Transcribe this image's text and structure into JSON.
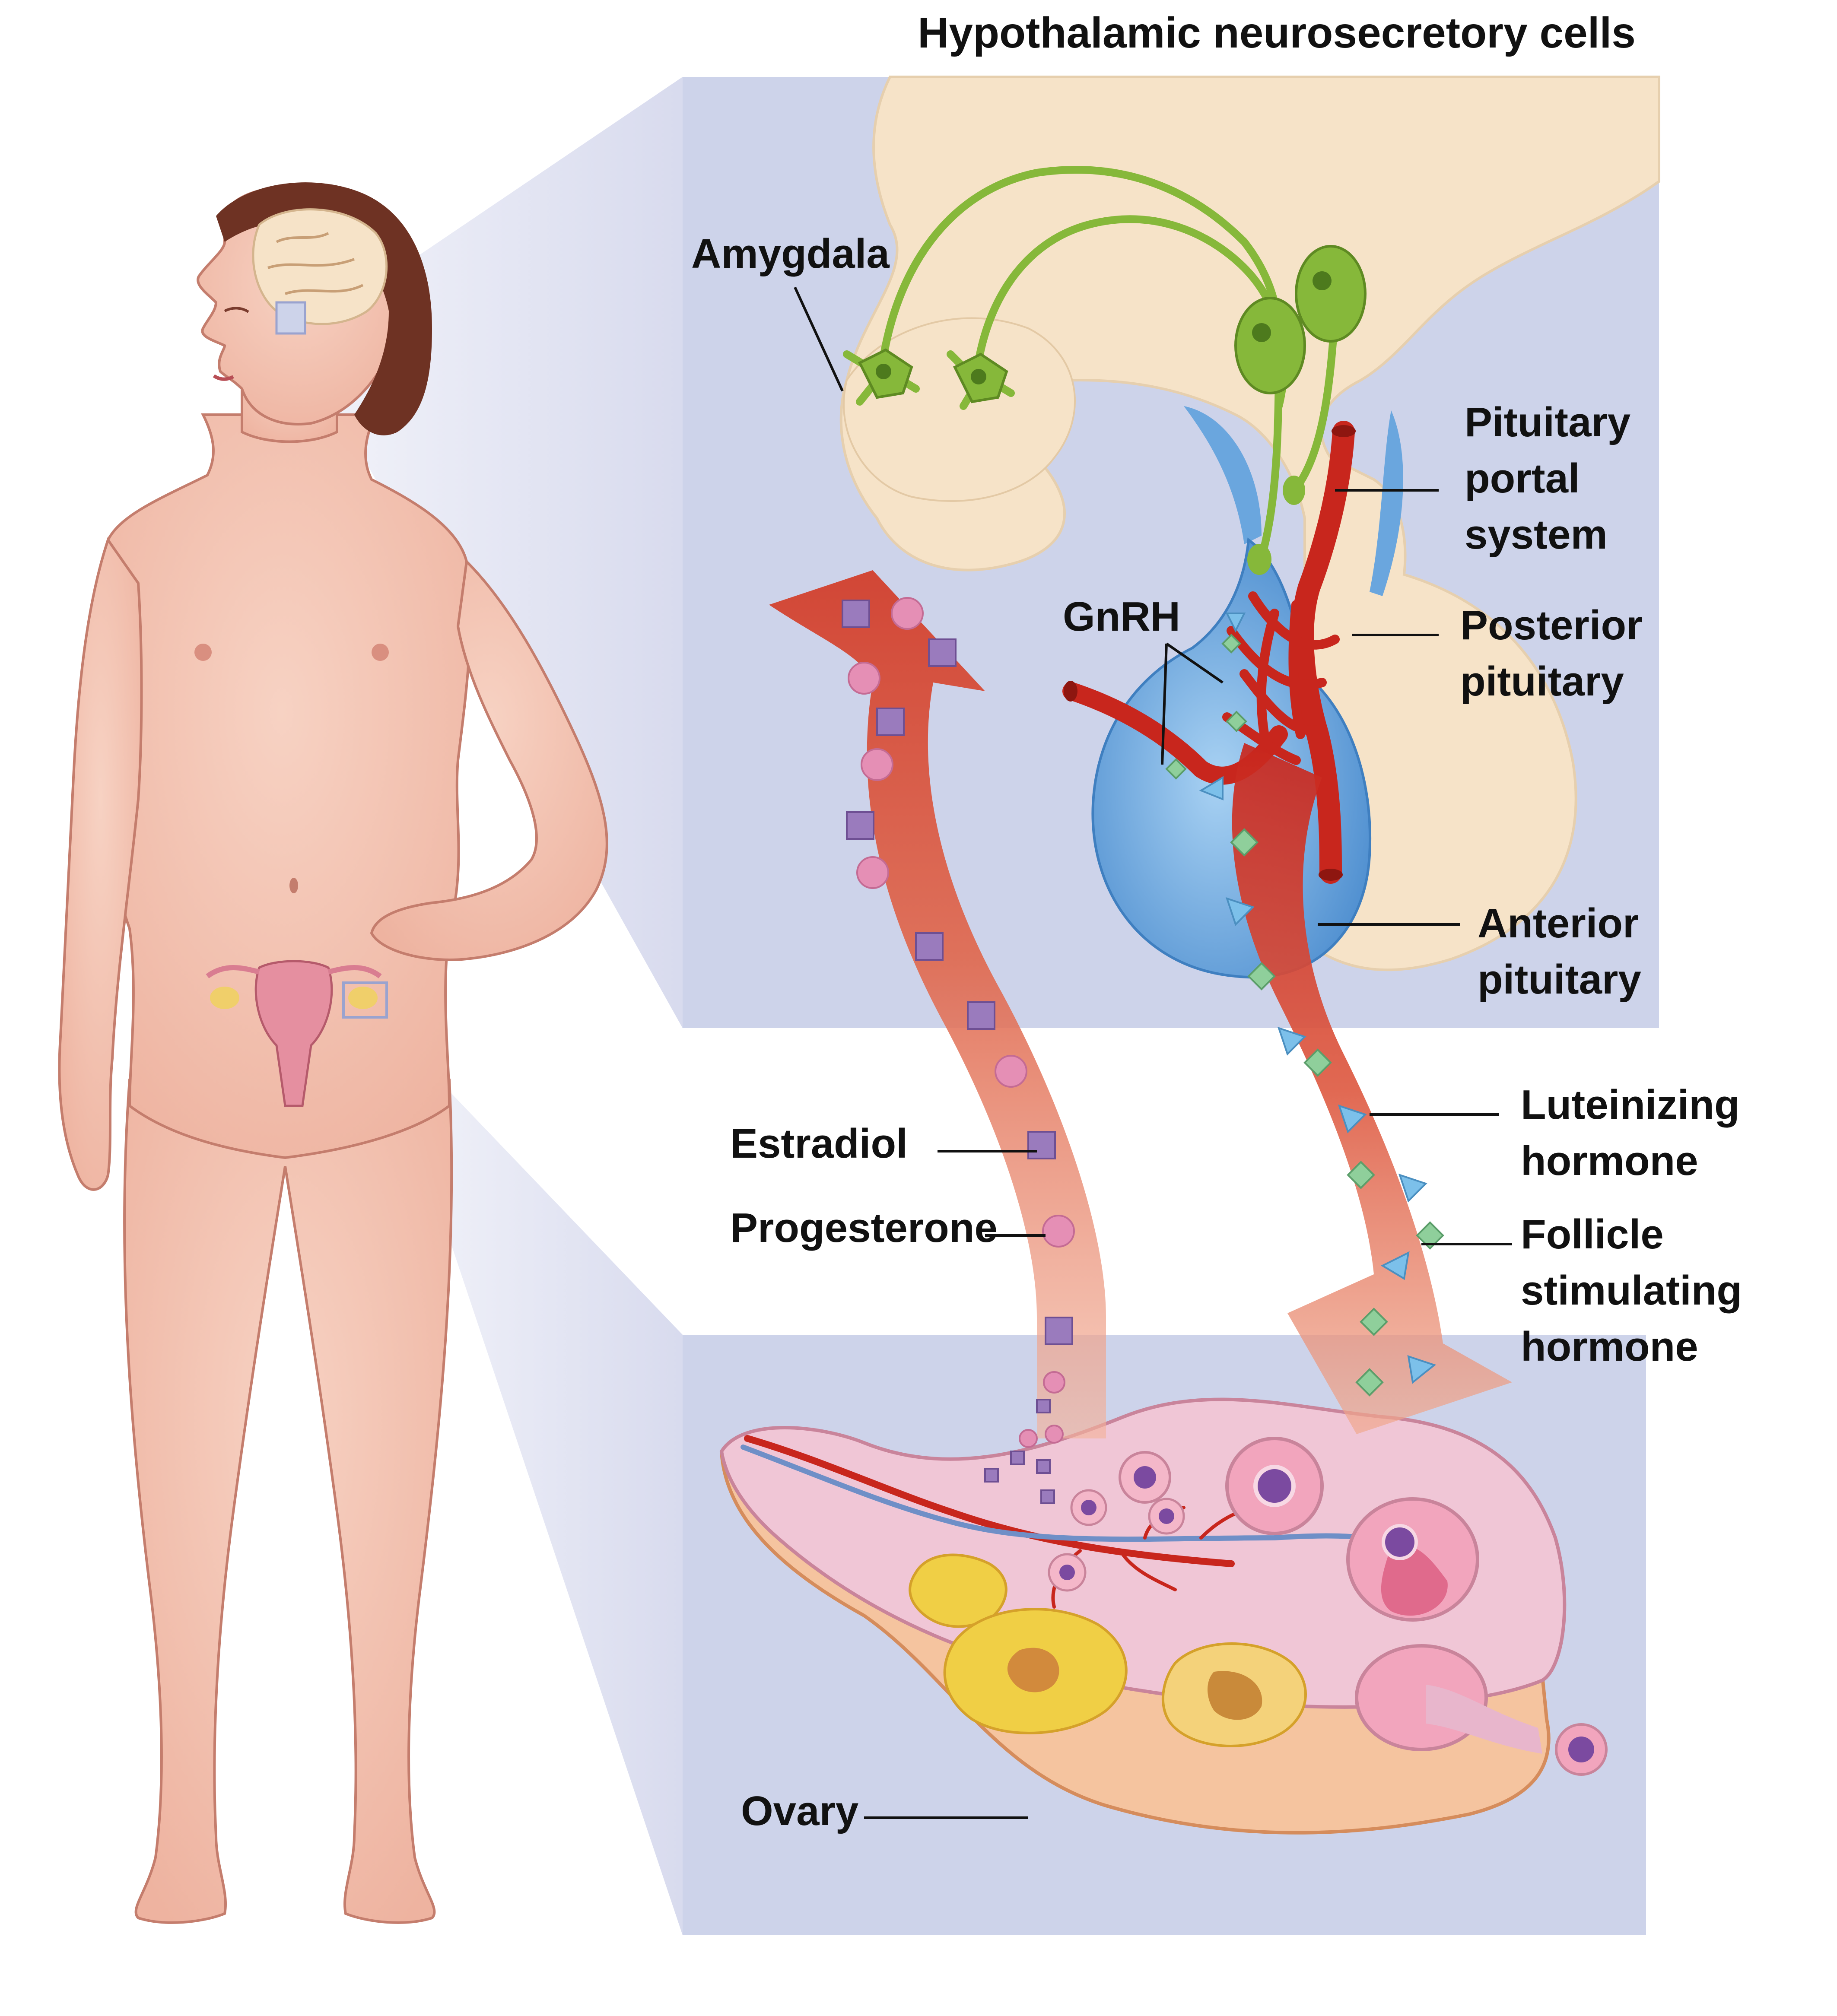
{
  "title": "Hypothalamic neurosecretory cells",
  "labels": {
    "amygdala": "Amygdala",
    "pituitary_portal": [
      "Pituitary",
      "portal",
      "system"
    ],
    "gnrh": "GnRH",
    "posterior_pituitary": [
      "Posterior",
      "pituitary"
    ],
    "anterior_pituitary": [
      "Anterior",
      "pituitary"
    ],
    "luteinizing_hormone": [
      "Luteinizing",
      "hormone"
    ],
    "fsh": [
      "Follicle",
      "stimulating",
      "hormone"
    ],
    "estradiol": "Estradiol",
    "progesterone": "Progesterone",
    "ovary": "Ovary"
  },
  "colors": {
    "panel": "#cdd3ea",
    "skin": "#f3c3b2",
    "skin_outline": "#c47d6d",
    "hair": "#6e3223",
    "brain_tissue": "#f6e3c8",
    "neuron": "#86b83a",
    "pituitary": "#6aa6de",
    "vessel": "#c8261d",
    "flow_arrow": "#d24a35",
    "estradiol": "#9a7bbd",
    "progesterone": "#e58fb5",
    "lh": "#7cc0ea",
    "fsh": "#8fcf9b",
    "ovary": "#f0c6d6",
    "corpus_luteum": "#f0cf45"
  }
}
